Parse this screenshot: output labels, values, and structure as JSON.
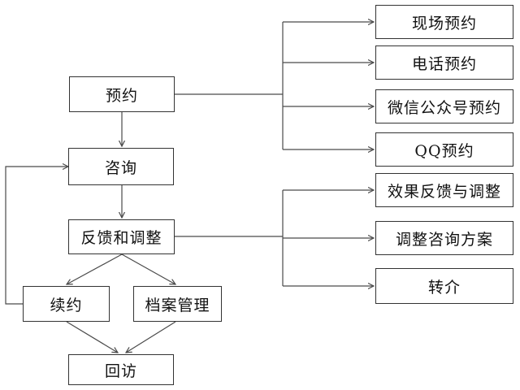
{
  "nodes": {
    "booking": "预约",
    "consult": "咨询",
    "feedback": "反馈和调整",
    "renew": "续约",
    "archive": "档案管理",
    "revisit": "回访",
    "onsite": "现场预约",
    "phone": "电话预约",
    "wechat": "微信公众号预约",
    "qq": "QQ预约",
    "effect": "效果反馈与调整",
    "adjust_plan": "调整咨询方案",
    "referral": "转介"
  },
  "colors": {
    "line": "#4a4a4a",
    "border": "#333333",
    "text": "#111111",
    "background": "#ffffff"
  }
}
